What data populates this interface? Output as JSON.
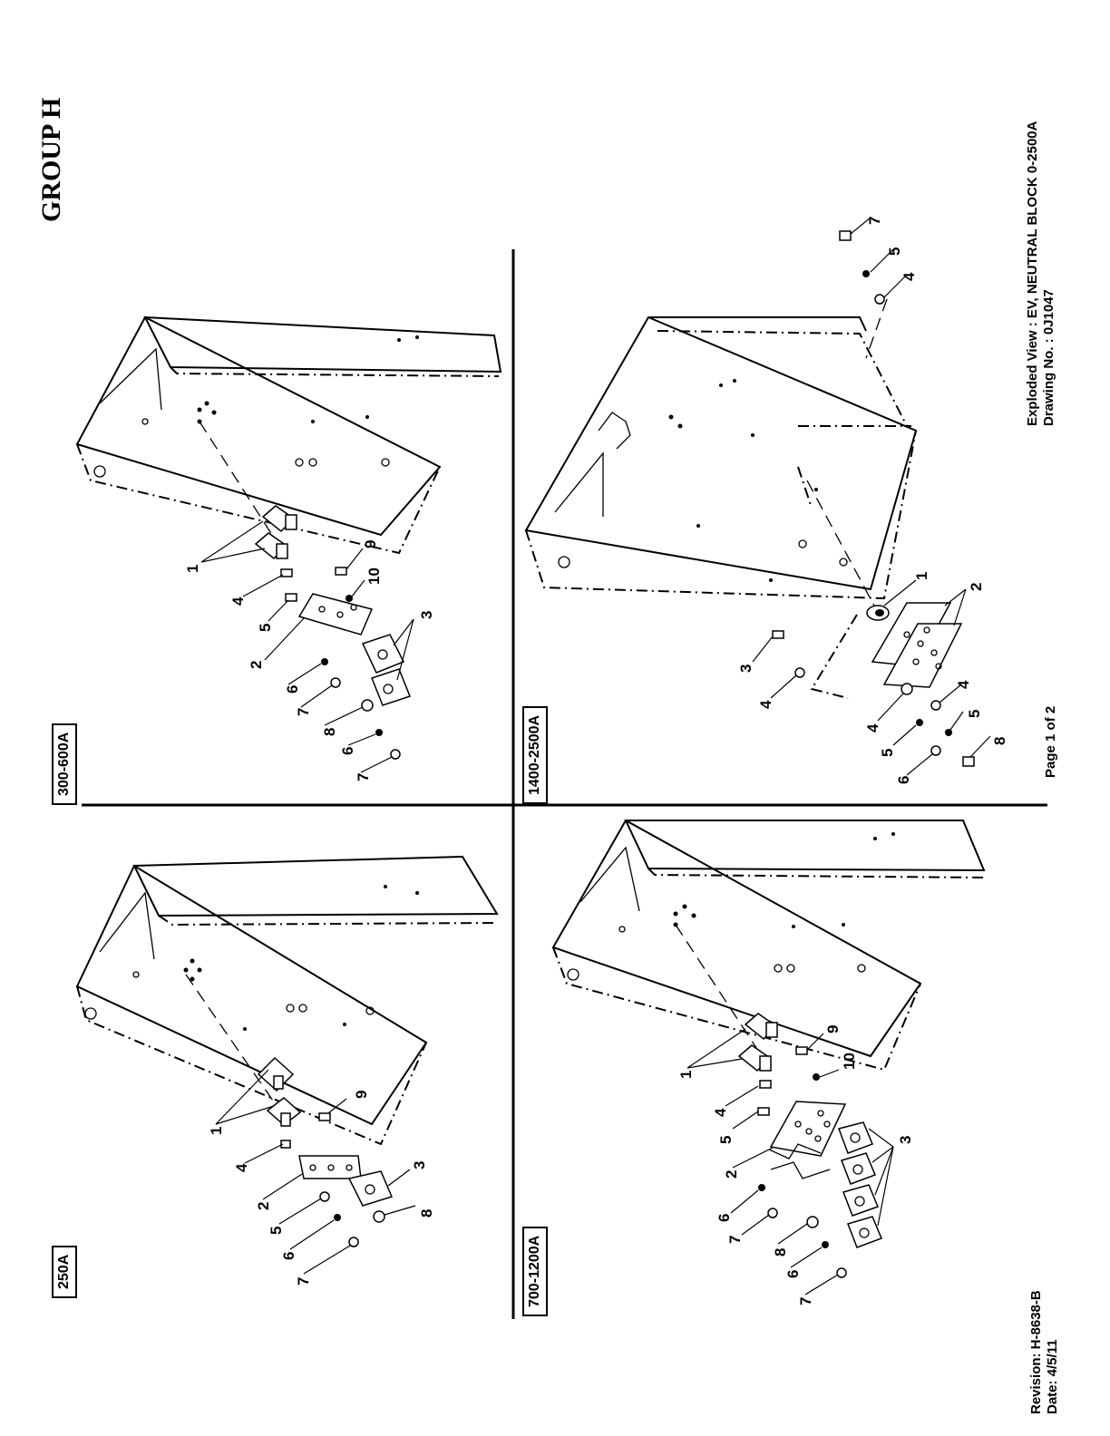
{
  "header": {
    "group_title": "GROUP H"
  },
  "sections": [
    {
      "id": "250A",
      "label": "250A",
      "callouts": [
        "1",
        "2",
        "3",
        "4",
        "5",
        "6",
        "7",
        "8",
        "9"
      ]
    },
    {
      "id": "300-600A",
      "label": "300-600A",
      "callouts": [
        "1",
        "2",
        "3",
        "4",
        "5",
        "6",
        "7",
        "8",
        "6",
        "7",
        "9",
        "10"
      ]
    },
    {
      "id": "700-1200A",
      "label": "700-1200A",
      "callouts": [
        "1",
        "2",
        "3",
        "4",
        "5",
        "6",
        "7",
        "8",
        "6",
        "7",
        "9",
        "10"
      ]
    },
    {
      "id": "1400-2500A",
      "label": "1400-2500A",
      "callouts": [
        "1",
        "2",
        "3",
        "4",
        "4",
        "5",
        "6",
        "4",
        "5",
        "8",
        "7",
        "5",
        "4"
      ]
    }
  ],
  "footer": {
    "revision": "Revision: H-8638-B",
    "date": "Date: 4/5/11",
    "page": "Page 1 of 2",
    "view_title": "Exploded View : EV, NEUTRAL BLOCK 0-2500A",
    "drawing_no": "Drawing No. : 0J1047"
  }
}
